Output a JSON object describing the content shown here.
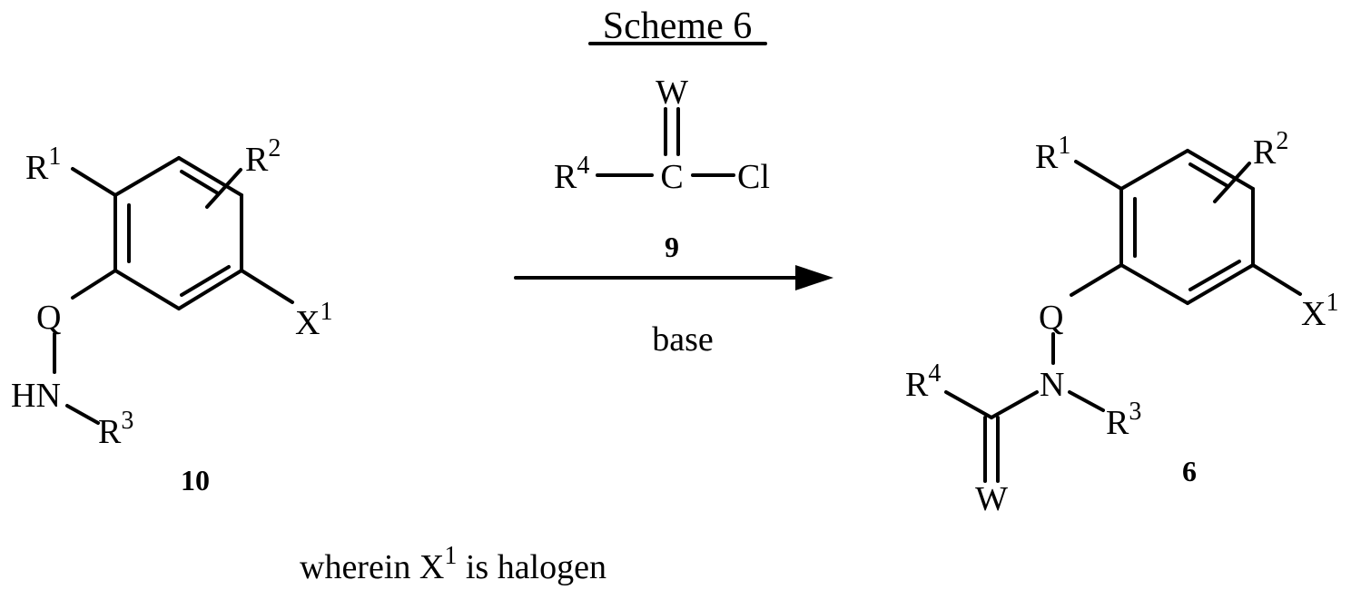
{
  "scheme": {
    "title": "Scheme 6",
    "footnote": {
      "prefix": "wherein ",
      "x": "X",
      "x_sup": "1",
      "suffix": " is halogen"
    }
  },
  "reactant": {
    "compound_number": "10",
    "atoms": {
      "r1": "R",
      "r1_sup": "1",
      "r2": "R",
      "r2_sup": "2",
      "x1": "X",
      "x1_sup": "1",
      "q": "Q",
      "hn": "HN",
      "r3": "R",
      "r3_sup": "3"
    }
  },
  "reagent": {
    "compound_number": "9",
    "atoms": {
      "w": "W",
      "r4": "R",
      "r4_sup": "4",
      "c": "C",
      "cl": "Cl"
    }
  },
  "arrow": {
    "condition_below": "base"
  },
  "product": {
    "compound_number": "6",
    "atoms": {
      "r1": "R",
      "r1_sup": "1",
      "r2": "R",
      "r2_sup": "2",
      "x1": "X",
      "x1_sup": "1",
      "q": "Q",
      "n": "N",
      "r3": "R",
      "r3_sup": "3",
      "r4": "R",
      "r4_sup": "4",
      "w": "W"
    }
  }
}
